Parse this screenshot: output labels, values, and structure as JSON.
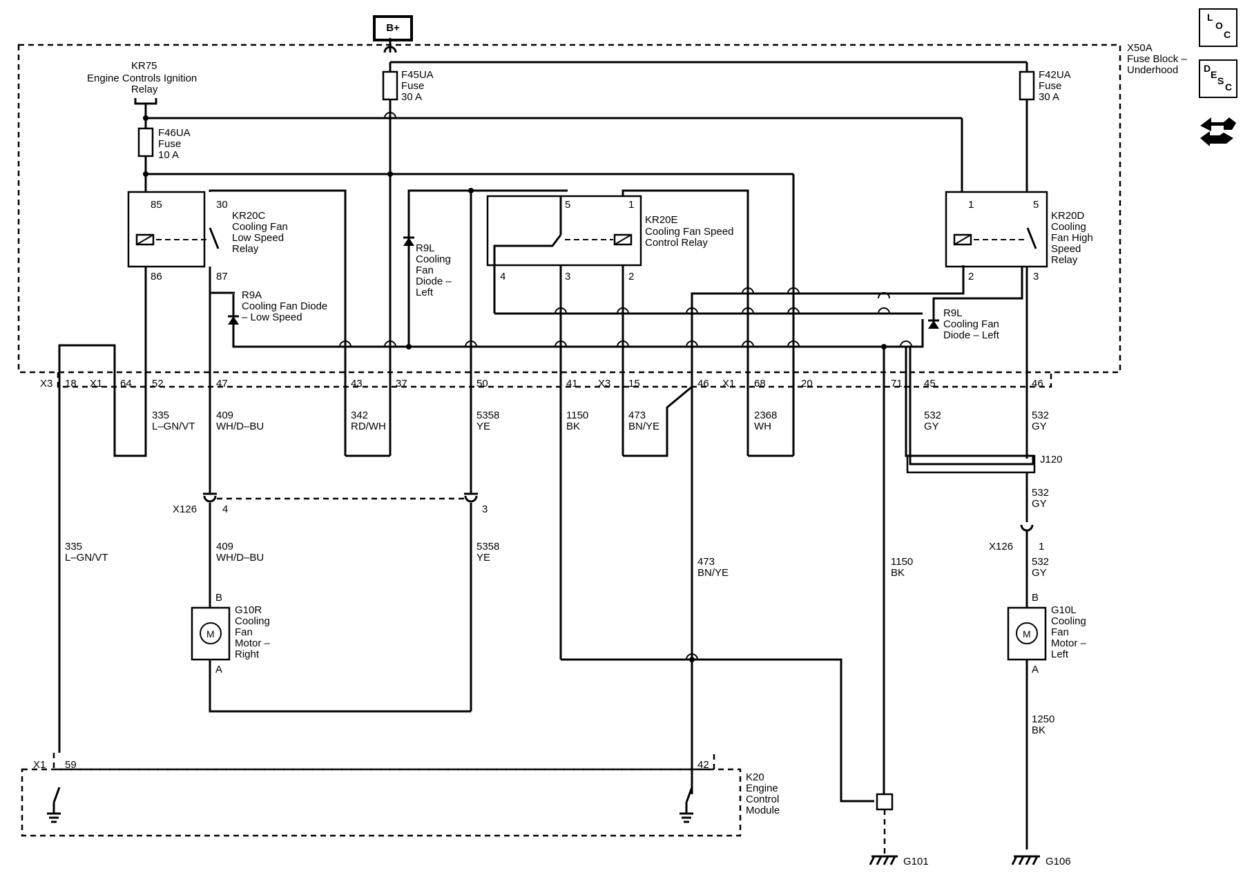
{
  "supply": {
    "label": "B+"
  },
  "side_icons": {
    "loc": {
      "l1": "L",
      "l2": "O",
      "l3": "C"
    },
    "desc": {
      "l1": "D",
      "l2": "E",
      "l3": "S",
      "l4": "C"
    }
  },
  "fuse_block": {
    "id": "X50A",
    "name_line1": "Fuse Block –",
    "name_line2": "Underhood"
  },
  "ecm": {
    "id": "K20",
    "line1": "Engine",
    "line2": "Control",
    "line3": "Module",
    "connector": "X1",
    "pin_a": "59",
    "pin_b": "42"
  },
  "components": {
    "kr75": {
      "id": "KR75",
      "line1": "Engine Controls Ignition",
      "line2": "Relay"
    },
    "f45ua": {
      "id": "F45UA",
      "line1": "Fuse",
      "line2": "30 A"
    },
    "f42ua": {
      "id": "F42UA",
      "line1": "Fuse",
      "line2": "30 A"
    },
    "f46ua": {
      "id": "F46UA",
      "line1": "Fuse",
      "line2": "10 A"
    },
    "kr20c": {
      "id": "KR20C",
      "line1": "Cooling Fan",
      "line2": "Low Speed",
      "line3": "Relay",
      "p85": "85",
      "p30": "30",
      "p86": "86",
      "p87": "87"
    },
    "kr20e": {
      "id": "KR20E",
      "line1": "Cooling Fan Speed",
      "line2": "Control Relay",
      "p5": "5",
      "p1": "1",
      "p4": "4",
      "p3": "3",
      "p2": "2"
    },
    "kr20d": {
      "id": "KR20D",
      "line1": "Cooling",
      "line2": "Fan High",
      "line3": "Speed",
      "line4": "Relay",
      "p1": "1",
      "p5": "5",
      "p2": "2",
      "p3": "3"
    },
    "r9a": {
      "id": "R9A",
      "line1": "Cooling Fan Diode",
      "line2": "– Low Speed"
    },
    "r9l_mid": {
      "id": "R9L",
      "line1": "Cooling",
      "line2": "Fan",
      "line3": "Diode –",
      "line4": "Left"
    },
    "r9l_right": {
      "id": "R9L",
      "line1": "Cooling Fan",
      "line2": "Diode – Left"
    },
    "g10r": {
      "id": "G10R",
      "line1": "Cooling",
      "line2": "Fan",
      "line3": "Motor –",
      "line4": "Right",
      "pin_b": "B",
      "pin_a": "A",
      "symbol": "M"
    },
    "g10l": {
      "id": "G10L",
      "line1": "Cooling",
      "line2": "Fan",
      "line3": "Motor –",
      "line4": "Left",
      "pin_b": "B",
      "pin_a": "A",
      "symbol": "M"
    },
    "j120": {
      "id": "J120"
    },
    "g101": {
      "id": "G101"
    },
    "g106": {
      "id": "G106"
    }
  },
  "connector_row": {
    "x3a": "X3",
    "p18": "18",
    "x1a": "X1",
    "p64": "64",
    "p52": "52",
    "p47": "47",
    "p43": "43",
    "p37": "37",
    "p50": "50",
    "p41": "41",
    "x3b": "X3",
    "p15": "15",
    "p46a": "46",
    "x1b": "X1",
    "p68": "68",
    "p20": "20",
    "p71": "71",
    "p45": "45",
    "p46b": "46"
  },
  "x126": {
    "id_left": "X126",
    "pin4": "4",
    "pin3": "3",
    "id_right": "X126",
    "pin1": "1"
  },
  "wires": {
    "w335_top": {
      "num": "335",
      "color": "L–GN/VT"
    },
    "w409_top": {
      "num": "409",
      "color": "WH/D–BU"
    },
    "w342": {
      "num": "342",
      "color": "RD/WH"
    },
    "w5358_top": {
      "num": "5358",
      "color": "YE"
    },
    "w1150_top": {
      "num": "1150",
      "color": "BK"
    },
    "w473_top": {
      "num": "473",
      "color": "BN/YE"
    },
    "w2368": {
      "num": "2368",
      "color": "WH"
    },
    "w532_a": {
      "num": "532",
      "color": "GY"
    },
    "w532_b": {
      "num": "532",
      "color": "GY"
    },
    "w532_c": {
      "num": "532",
      "color": "GY"
    },
    "w532_d": {
      "num": "532",
      "color": "GY"
    },
    "w335_low": {
      "num": "335",
      "color": "L–GN/VT"
    },
    "w409_low": {
      "num": "409",
      "color": "WH/D–BU"
    },
    "w5358_low": {
      "num": "5358",
      "color": "YE"
    },
    "w473_low": {
      "num": "473",
      "color": "BN/YE"
    },
    "w1150_low": {
      "num": "1150",
      "color": "BK"
    },
    "w1250": {
      "num": "1250",
      "color": "BK"
    }
  }
}
